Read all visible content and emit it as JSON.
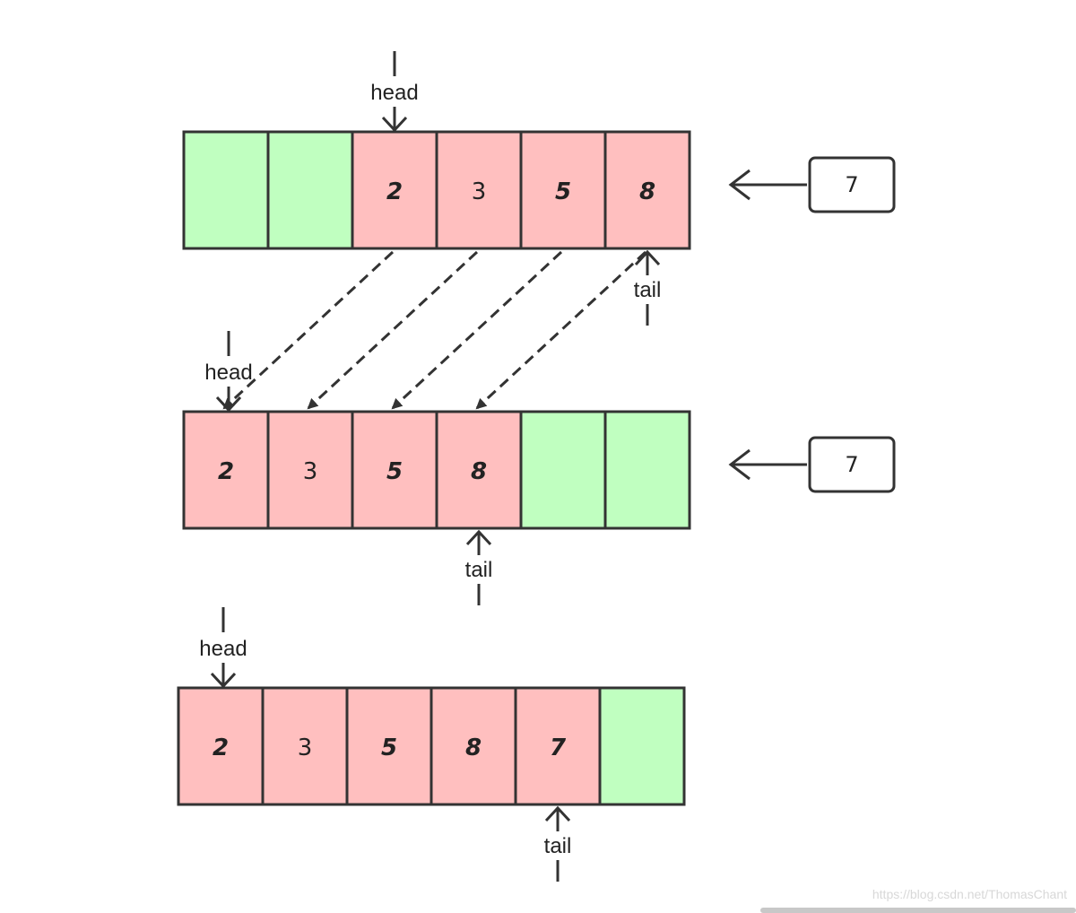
{
  "colors": {
    "filled": "#ffbfbf",
    "empty": "#c0ffc0",
    "stroke": "#333333",
    "arrow": "#333333"
  },
  "labels": {
    "head": "head",
    "tail": "tail"
  },
  "rows": [
    {
      "cells": [
        {
          "value": "",
          "state": "empty"
        },
        {
          "value": "",
          "state": "empty"
        },
        {
          "value": "2",
          "state": "filled",
          "italic": true
        },
        {
          "value": "3",
          "state": "filled",
          "italic": false
        },
        {
          "value": "5",
          "state": "filled",
          "italic": true
        },
        {
          "value": "8",
          "state": "filled",
          "italic": true
        }
      ],
      "head_index": 2,
      "tail_index": 5,
      "incoming": "7"
    },
    {
      "cells": [
        {
          "value": "2",
          "state": "filled",
          "italic": true
        },
        {
          "value": "3",
          "state": "filled",
          "italic": false
        },
        {
          "value": "5",
          "state": "filled",
          "italic": true
        },
        {
          "value": "8",
          "state": "filled",
          "italic": true
        },
        {
          "value": "",
          "state": "empty"
        },
        {
          "value": "",
          "state": "empty"
        }
      ],
      "head_index": 0,
      "tail_index": 3,
      "incoming": "7"
    },
    {
      "cells": [
        {
          "value": "2",
          "state": "filled",
          "italic": true
        },
        {
          "value": "3",
          "state": "filled",
          "italic": false
        },
        {
          "value": "5",
          "state": "filled",
          "italic": true
        },
        {
          "value": "8",
          "state": "filled",
          "italic": true
        },
        {
          "value": "7",
          "state": "filled",
          "italic": true
        },
        {
          "value": "",
          "state": "empty"
        }
      ],
      "head_index": 0,
      "tail_index": 4,
      "incoming": ""
    }
  ],
  "moves": [
    {
      "from_cell": 2,
      "to_cell": 0
    },
    {
      "from_cell": 3,
      "to_cell": 1
    },
    {
      "from_cell": 4,
      "to_cell": 2
    },
    {
      "from_cell": 5,
      "to_cell": 3
    }
  ],
  "watermark": "https://blog.csdn.net/ThomasChant"
}
